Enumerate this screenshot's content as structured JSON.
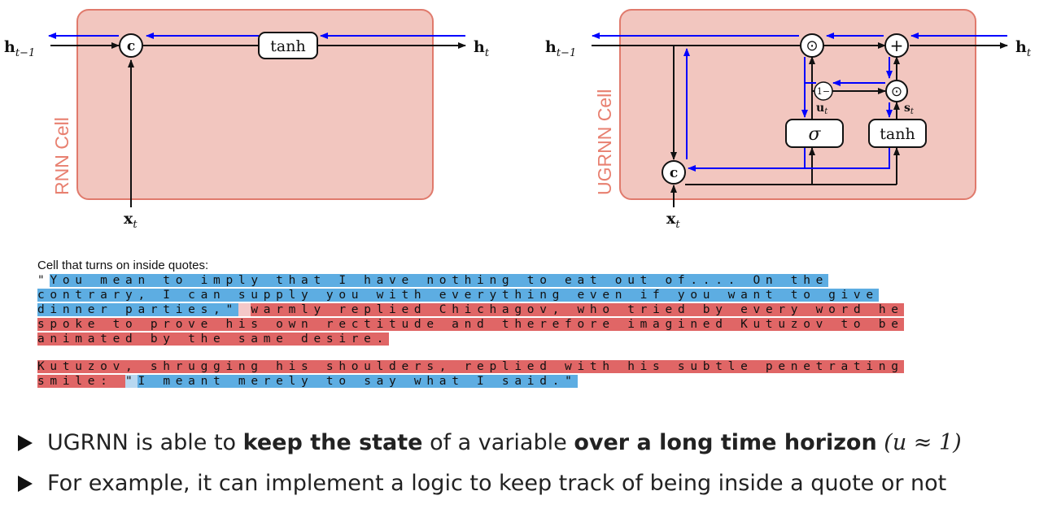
{
  "rnn": {
    "cell_label": "RNN Cell",
    "h_prev": "h",
    "h_prev_sub": "t−1",
    "h_next": "h",
    "h_next_sub": "t",
    "x": "x",
    "x_sub": "t",
    "concat": "c",
    "tanh": "tanh"
  },
  "ugrnn": {
    "cell_label": "UGRNN Cell",
    "h_prev": "h",
    "h_prev_sub": "t−1",
    "h_next": "h",
    "h_next_sub": "t",
    "x": "x",
    "x_sub": "t",
    "concat": "c",
    "tanh": "tanh",
    "sigma": "σ",
    "one_minus": "1−",
    "u": "u",
    "u_sub": "t",
    "s": "s",
    "s_sub": "t",
    "hadamard": "⊙",
    "plus": "+"
  },
  "colors": {
    "cell_fill": "#f2c6bf",
    "cell_stroke": "#e07a6c",
    "cell_label": "#e88070",
    "blue_arrow": "#0000ff",
    "quote_blue": "#5dade2",
    "quote_red": "#e06666",
    "light_blue": "#b8d8f0",
    "light_red": "#f4c8c8"
  },
  "heatmap": {
    "caption": "Cell that turns on inside quotes:",
    "lines": [
      [
        {
          "t": "\"",
          "c": "none"
        },
        {
          "t": "You mean to imply that I have nothing to eat out of.... On the",
          "c": "blue"
        }
      ],
      [
        {
          "t": "contrary, I can supply you with everything even if you want to give",
          "c": "blue"
        }
      ],
      [
        {
          "t": "dinner parties,\"",
          "c": "blue"
        },
        {
          "t": " ",
          "c": "lightred"
        },
        {
          "t": "warmly replied Chichagov, who tried by every word he",
          "c": "red"
        }
      ],
      [
        {
          "t": "spoke to prove his own rectitude and therefore imagined Kutuzov to be",
          "c": "red"
        }
      ],
      [
        {
          "t": "animated by the same desire.",
          "c": "red"
        }
      ],
      [],
      [
        {
          "t": "Kutuzov, shrugging his shoulders, replied with his subtle penetrating",
          "c": "red"
        }
      ],
      [
        {
          "t": "smile: ",
          "c": "red"
        },
        {
          "t": "\"",
          "c": "lightblue"
        },
        {
          "t": "I meant merely to say what I said.\"",
          "c": "blue"
        }
      ]
    ]
  },
  "bullets": [
    {
      "pre": "UGRNN is able to ",
      "b1": "keep the state",
      "mid": " of a variable ",
      "b2": "over a long time horizon",
      "post": " (u ≈ 1)"
    },
    {
      "text": "For example, it can implement a logic to keep track of being inside a quote or not"
    }
  ]
}
